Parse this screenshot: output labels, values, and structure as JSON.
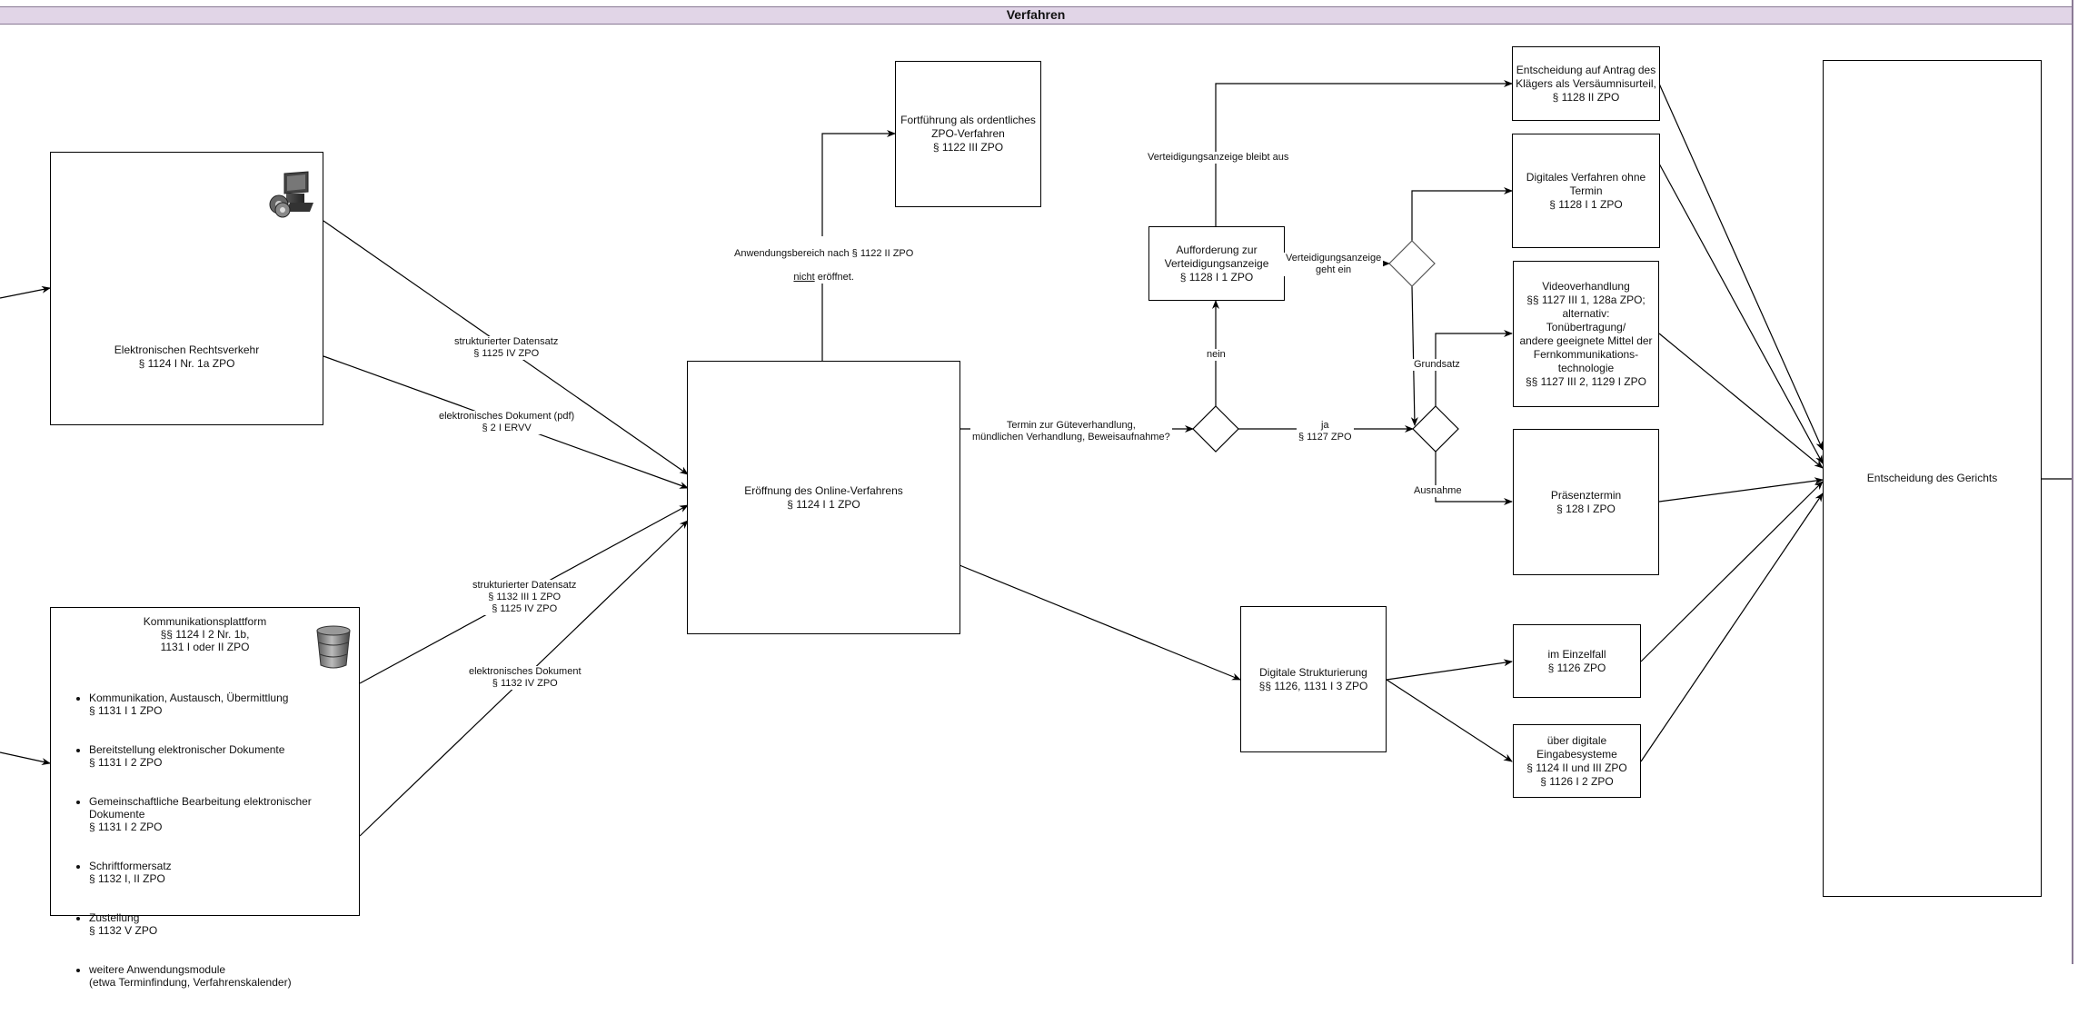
{
  "lane": {
    "title": "Verfahren"
  },
  "nodes": {
    "erv": {
      "label": "Elektronischen Rechtsverkehr\n§ 1124 I Nr. 1a ZPO",
      "icon": "computer-icon"
    },
    "kp": {
      "title": "Kommunikationsplattform\n§§ 1124 I 2 Nr. 1b,\n1131 I oder II ZPO",
      "icon": "database-icon",
      "items": [
        "Kommunikation, Austausch, Übermittlung\n  § 1131 I 1 ZPO",
        "Bereitstellung elektronischer Dokumente\n§ 1131 I 2 ZPO",
        "Gemeinschaftliche Bearbeitung elektronischer Dokumente\n§ 1131 I 2 ZPO",
        "Schriftformersatz\n§ 1132 I, II ZPO",
        "Zustellung\n§ 1132 V ZPO",
        "weitere Anwendungsmodule\n(etwa Terminfindung, Verfahrenskalender)"
      ]
    },
    "eroeffnung": {
      "label": "Eröffnung des Online-Verfahrens\n§ 1124 I 1 ZPO"
    },
    "fortfuehrung": {
      "label": "Fortführung als ordentliches\nZPO-Verfahren\n§ 1122 III ZPO"
    },
    "aufforderung": {
      "label": "Aufforderung zur\nVerteidigungsanzeige\n§ 1128 I 1 ZPO"
    },
    "versaeumnis": {
      "label": "Entscheidung auf Antrag des\nKlägers als Versäumnisurteil,\n§ 1128 II ZPO"
    },
    "ohne_termin": {
      "label": "Digitales Verfahren ohne\nTermin\n§ 1128 I 1 ZPO"
    },
    "video": {
      "label": "Videoverhandlung\n§§ 1127 III 1, 128a ZPO;\nalternativ:\nTonübertragung/\nandere geeignete Mittel der\nFernkommunikations-\ntechnologie\n§§ 1127 III 2, 1129 I ZPO"
    },
    "praesenz": {
      "label": "Präsenztermin\n§ 128 I ZPO"
    },
    "strukturierung": {
      "label": "Digitale Strukturierung\n§§ 1126, 1131 I 3 ZPO"
    },
    "einzelfall": {
      "label": "im Einzelfall\n§ 1126 ZPO"
    },
    "eingabe": {
      "label": "über digitale\nEingabesysteme\n§ 1124 II und III ZPO\n§ 1126 I 2 ZPO"
    },
    "gericht": {
      "label": "Entscheidung des Gerichts"
    }
  },
  "edge_labels": {
    "strukt_1": "strukturierter Datensatz\n§ 1125 IV ZPO",
    "pdf": "elektronisches Dokument (pdf)\n§ 2 I ERVV",
    "strukt_2": "strukturierter Datensatz\n§ 1132 III 1 ZPO\n§ 1125 IV ZPO",
    "eldok": "elektronisches Dokument\n§ 1132 IV ZPO",
    "anwendung_line1": "Anwendungsbereich nach § 1122 II ZPO",
    "anwendung_nicht": "nicht",
    "anwendung_rest": " eröffnet.",
    "termin": "Termin zur Güteverhandlung,\nmündlichen Verhandlung, Beweisaufnahme?",
    "ja": "ja\n§ 1127 ZPO",
    "nein": "nein",
    "bleibt_aus": "Verteidigungsanzeige bleibt aus",
    "geht_ein": "Verteidigungsanzeige\ngeht ein",
    "grundsatz": "Grundsatz",
    "ausnahme": "Ausnahme"
  }
}
